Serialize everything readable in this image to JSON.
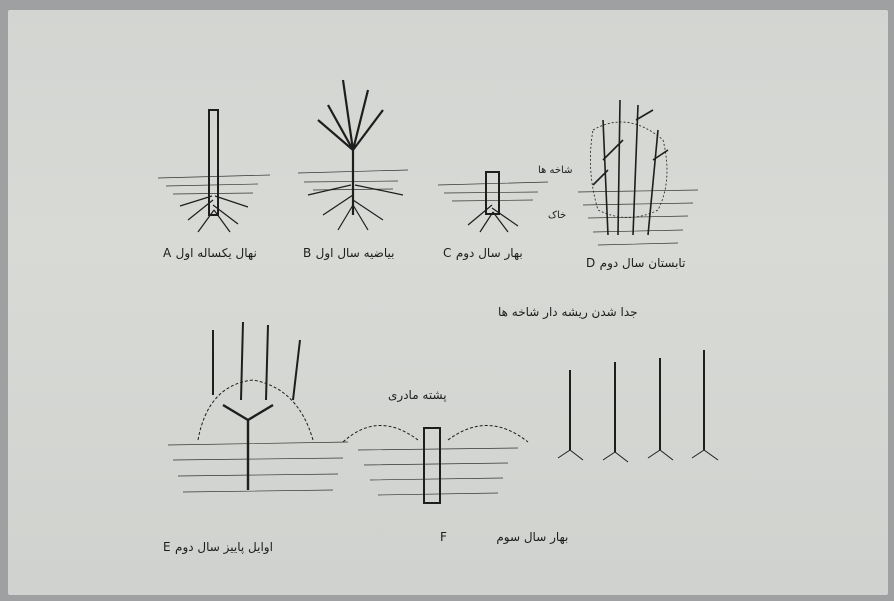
{
  "figure": {
    "row1": [
      {
        "letter": "A",
        "caption": "نهال یکساله اول"
      },
      {
        "letter": "B",
        "caption": "بیاضیه سال اول"
      },
      {
        "letter": "C",
        "caption": "بهار سال دوم"
      },
      {
        "letter": "D",
        "caption": "تابستان سال دوم"
      }
    ],
    "side_notes": [
      "شاخه ها",
      "خاک"
    ],
    "shoots_caption": "جدا شدن ریشه دار شاخه ها",
    "row2": [
      {
        "letter": "E",
        "caption": "اوایل پاییز سال دوم"
      },
      {
        "letter": "F",
        "caption": "بهار سال سوم"
      }
    ],
    "mound_caption": "پشته مادری"
  }
}
